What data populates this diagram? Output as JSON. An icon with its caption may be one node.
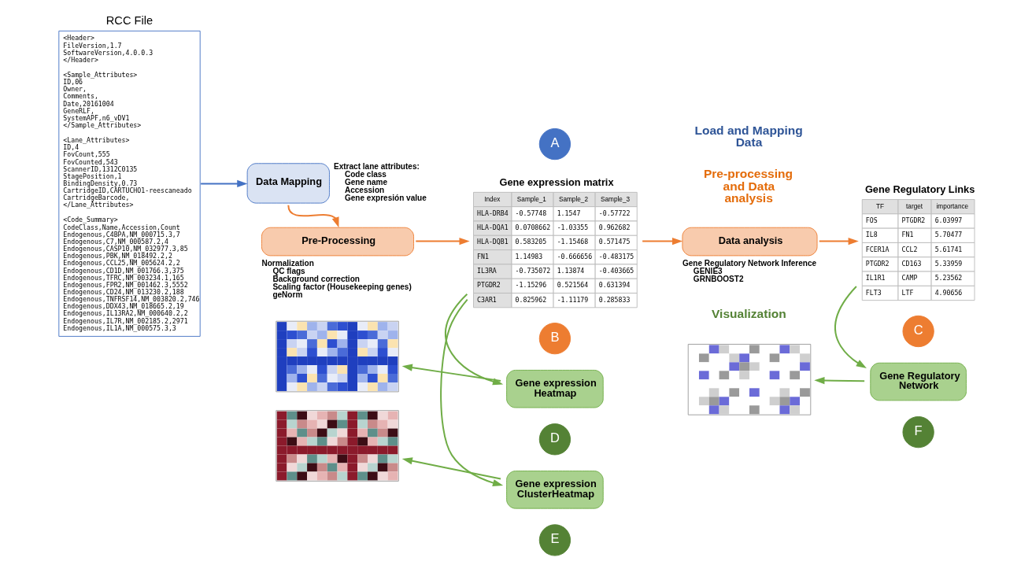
{
  "diagram": {
    "nodes": [
      {
        "text": [
          "RCC File",
          "<Header> FileVersion,1.7 SoftwareVersion,4.0.0.3 </Header>",
          "<Sample_Attributes> ID,06 Owner, Comments, Date,20161004 GeneRLF, SystemAPF,n6_vDV1 </Sample_Attributes>",
          "<Lane_Attributes> ID,4 FovCount,555 FovCounted,543 ScannerID,1312C0135 StagePosition,1 BindingDensity,0.73 CartridgeID,CARTUCHO1-reescaneado CartridgeBarcode, </Lane_Attributes>",
          "<Code_Summary> CodeClass,Name,Accession,Count Endogenous,C4BPA,NM_000715.3,7 Endogenous,C7,NM_000587.2,4 Endogenous,CASP10,NM_032977.3,85 Endogenous,PBK,NM_018492.2,2 Endogenous,CCL25,NM_005624.2,2 Endogenous,CD1D,NM_001766.3,375 Endogenous,TFRC,NM_003234.1,165 Endogenous,FPR2,NM_001462.3,5552 Endogenous,CD24,NM_013230.2,188 Endogenous,TNFRSF14,NM_003820.2,746 Endogenous,DDX43,NM_018665.2,19 Endogenous,IL13RA2,NM_000640.2,2 Endogenous,IL7R,NM_002185.2,2971 Endogenous,IL1A,NM_000575.3,3"
        ]
      },
      {
        "text": [
          "Data Mapping"
        ],
        "beside": [
          "Extract lane attributes:",
          "Code class",
          "Gene name",
          "Accession",
          "Gene expresión value"
        ]
      },
      {
        "text": [
          "A"
        ]
      },
      {
        "text": [
          "Pre-Processing"
        ],
        "beside": [
          "Normalization",
          "QC flags",
          "Background correction",
          "Scaling factor (Housekeeping genes)",
          "geNorm"
        ]
      },
      {
        "text": [
          "Gene expression matrix",
          "Index",
          "Sample_1",
          "Sample_2",
          "Sample_3",
          "HLA-DRB4",
          "-0.57748",
          "1.1547",
          "-0.57722",
          "HLA-DQA1",
          "0.0708662",
          "-1.03355",
          "0.962682",
          "HLA-DQB1",
          "0.583205",
          "-1.15468",
          "0.571475",
          "FN1",
          "1.14983",
          "-0.666656",
          "-0.483175",
          "IL3RA",
          "-0.735072",
          "1.13874",
          "-0.403665",
          "PTGDR2",
          "-1.15296",
          "0.521564",
          "0.631394",
          "C3AR1",
          "0.825962",
          "-1.11179",
          "0.285833"
        ]
      },
      {
        "text": [
          "B"
        ]
      },
      {
        "text": [
          "Data analysis"
        ],
        "beside": [
          "Gene Regulatory Network Inference",
          "GENIE3",
          "GRNBOOST2"
        ]
      },
      {
        "text": [
          "Gene Regulatory Links",
          "TF",
          "target",
          "importance",
          "FOS",
          "PTGDR2",
          "6.03997",
          "IL8",
          "FN1",
          "5.70477",
          "FCER1A",
          "CCL2",
          "5.61741",
          "PTGDR2",
          "CD163",
          "5.33959",
          "IL1R1",
          "CAMP",
          "5.23562",
          "FLT3",
          "LTF",
          "4.90656"
        ]
      },
      {
        "text": [
          "C"
        ]
      },
      {
        "text": [
          "Gene expression Heatmap"
        ]
      },
      {
        "text": [
          "D"
        ]
      },
      {
        "text": [],
        "shape": "picture"
      },
      {
        "text": [
          "Gene expression ClusterHeatmap"
        ]
      },
      {
        "text": [
          "E"
        ]
      },
      {
        "text": [],
        "shape": "picture"
      },
      {
        "text": [
          "Gene Regulatory Network"
        ]
      },
      {
        "text": [
          "F"
        ]
      },
      {
        "text": [],
        "shape": "picture"
      }
    ],
    "edges": [
      {
        "from": 0,
        "to": 1,
        "arrow": "to",
        "color": "#4472c4"
      },
      {
        "from": 1,
        "to": 3,
        "arrow": "to",
        "color": "#ed7d31"
      },
      {
        "from": 3,
        "to": 4,
        "arrow": "to",
        "color": "#ed7d31"
      },
      {
        "from": 4,
        "to": 6,
        "arrow": "to",
        "color": "#ed7d31"
      },
      {
        "from": 6,
        "to": 7,
        "arrow": "to",
        "color": "#ed7d31"
      },
      {
        "from": 4,
        "to": 9,
        "arrow": "to",
        "color": "#70ad47"
      },
      {
        "from": 4,
        "to": 12,
        "arrow": "to",
        "color": "#70ad47"
      },
      {
        "from": 9,
        "to": 11,
        "arrow": "to",
        "color": "#70ad47"
      },
      {
        "from": 12,
        "to": 14,
        "arrow": "to",
        "color": "#70ad47"
      },
      {
        "from": 7,
        "to": 15,
        "arrow": "to",
        "color": "#70ad47"
      },
      {
        "from": 15,
        "to": 17,
        "arrow": "to",
        "color": "#70ad47"
      }
    ],
    "labels": [
      "Load and Mapping Data",
      "Pre-processing and Data analysis",
      "Visualization"
    ]
  }
}
